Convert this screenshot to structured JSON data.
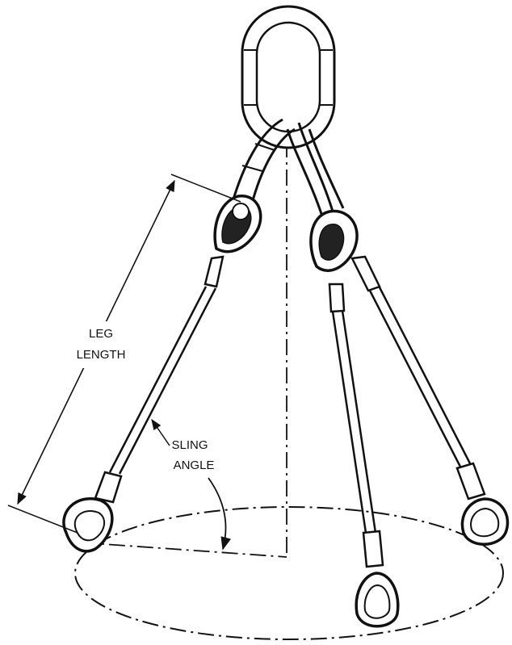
{
  "labels": {
    "leg_length_line1": "LEG",
    "leg_length_line2": "LENGTH",
    "sling_angle_line1": "SLING",
    "sling_angle_line2": "ANGLE"
  },
  "colors": {
    "ink": "#111111",
    "paper": "#ffffff",
    "shade": "#d9d9d9"
  }
}
